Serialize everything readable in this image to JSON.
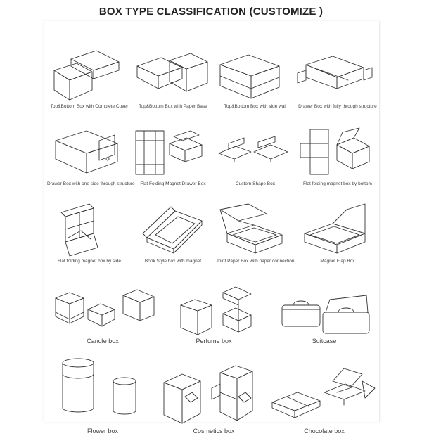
{
  "title": "BOX TYPE CLASSIFICATION (CUSTOMIZE )",
  "boxes": [
    {
      "label": "Top&Bottom Box with Complete Cover"
    },
    {
      "label": "Top&Bottom Box with Paper Base"
    },
    {
      "label": "Top&Bottom Box with side wall"
    },
    {
      "label": "Drawer Box with fully through structure"
    },
    {
      "label": "Drawer  Box with one side through  structure"
    },
    {
      "label": "Flat Folding Magnet Drawer Box"
    },
    {
      "label": "Custom Shape Box"
    },
    {
      "label": "Flat folding magnet box by bottom"
    },
    {
      "label": "Flat folding magnet box by side"
    },
    {
      "label": "Book Style box with magnet"
    },
    {
      "label": "Joint Paper Box with paper connection"
    },
    {
      "label": "Magnet Flap Box"
    },
    {
      "label": "Candle box"
    },
    {
      "label": "Perfume box"
    },
    {
      "label": "Suitcase"
    },
    {
      "label": "Flower box"
    },
    {
      "label": "Cosmetics box"
    },
    {
      "label": "Chocolate box"
    }
  ]
}
